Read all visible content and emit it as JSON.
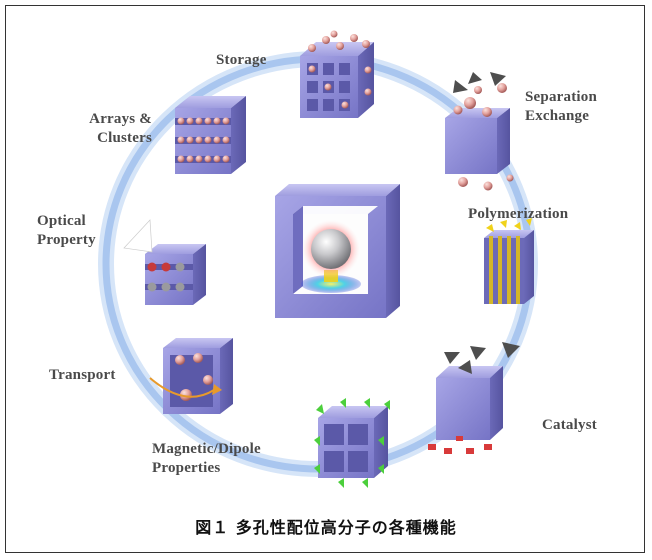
{
  "labels": {
    "storage": "Storage",
    "separation": "Separation\nExchange",
    "arrays": "Arrays &\nClusters",
    "polymerization": "Polymerization",
    "optical": "Optical\nProperty",
    "transport": "Transport",
    "catalyst": "Catalyst",
    "magnetic": "Magnetic/Dipole\nProperties"
  },
  "caption": "図１ 多孔性配位高分子の各種機能",
  "colors": {
    "ring": "#b9d2f3",
    "frame_face": "#8a88d4",
    "frame_dark": "#5e5cae",
    "sphere": "#e3a19c",
    "arrow": "#4e4e4e",
    "highlight": "#f0d21a",
    "green": "#4ccf3c",
    "red": "#d83a3a"
  }
}
